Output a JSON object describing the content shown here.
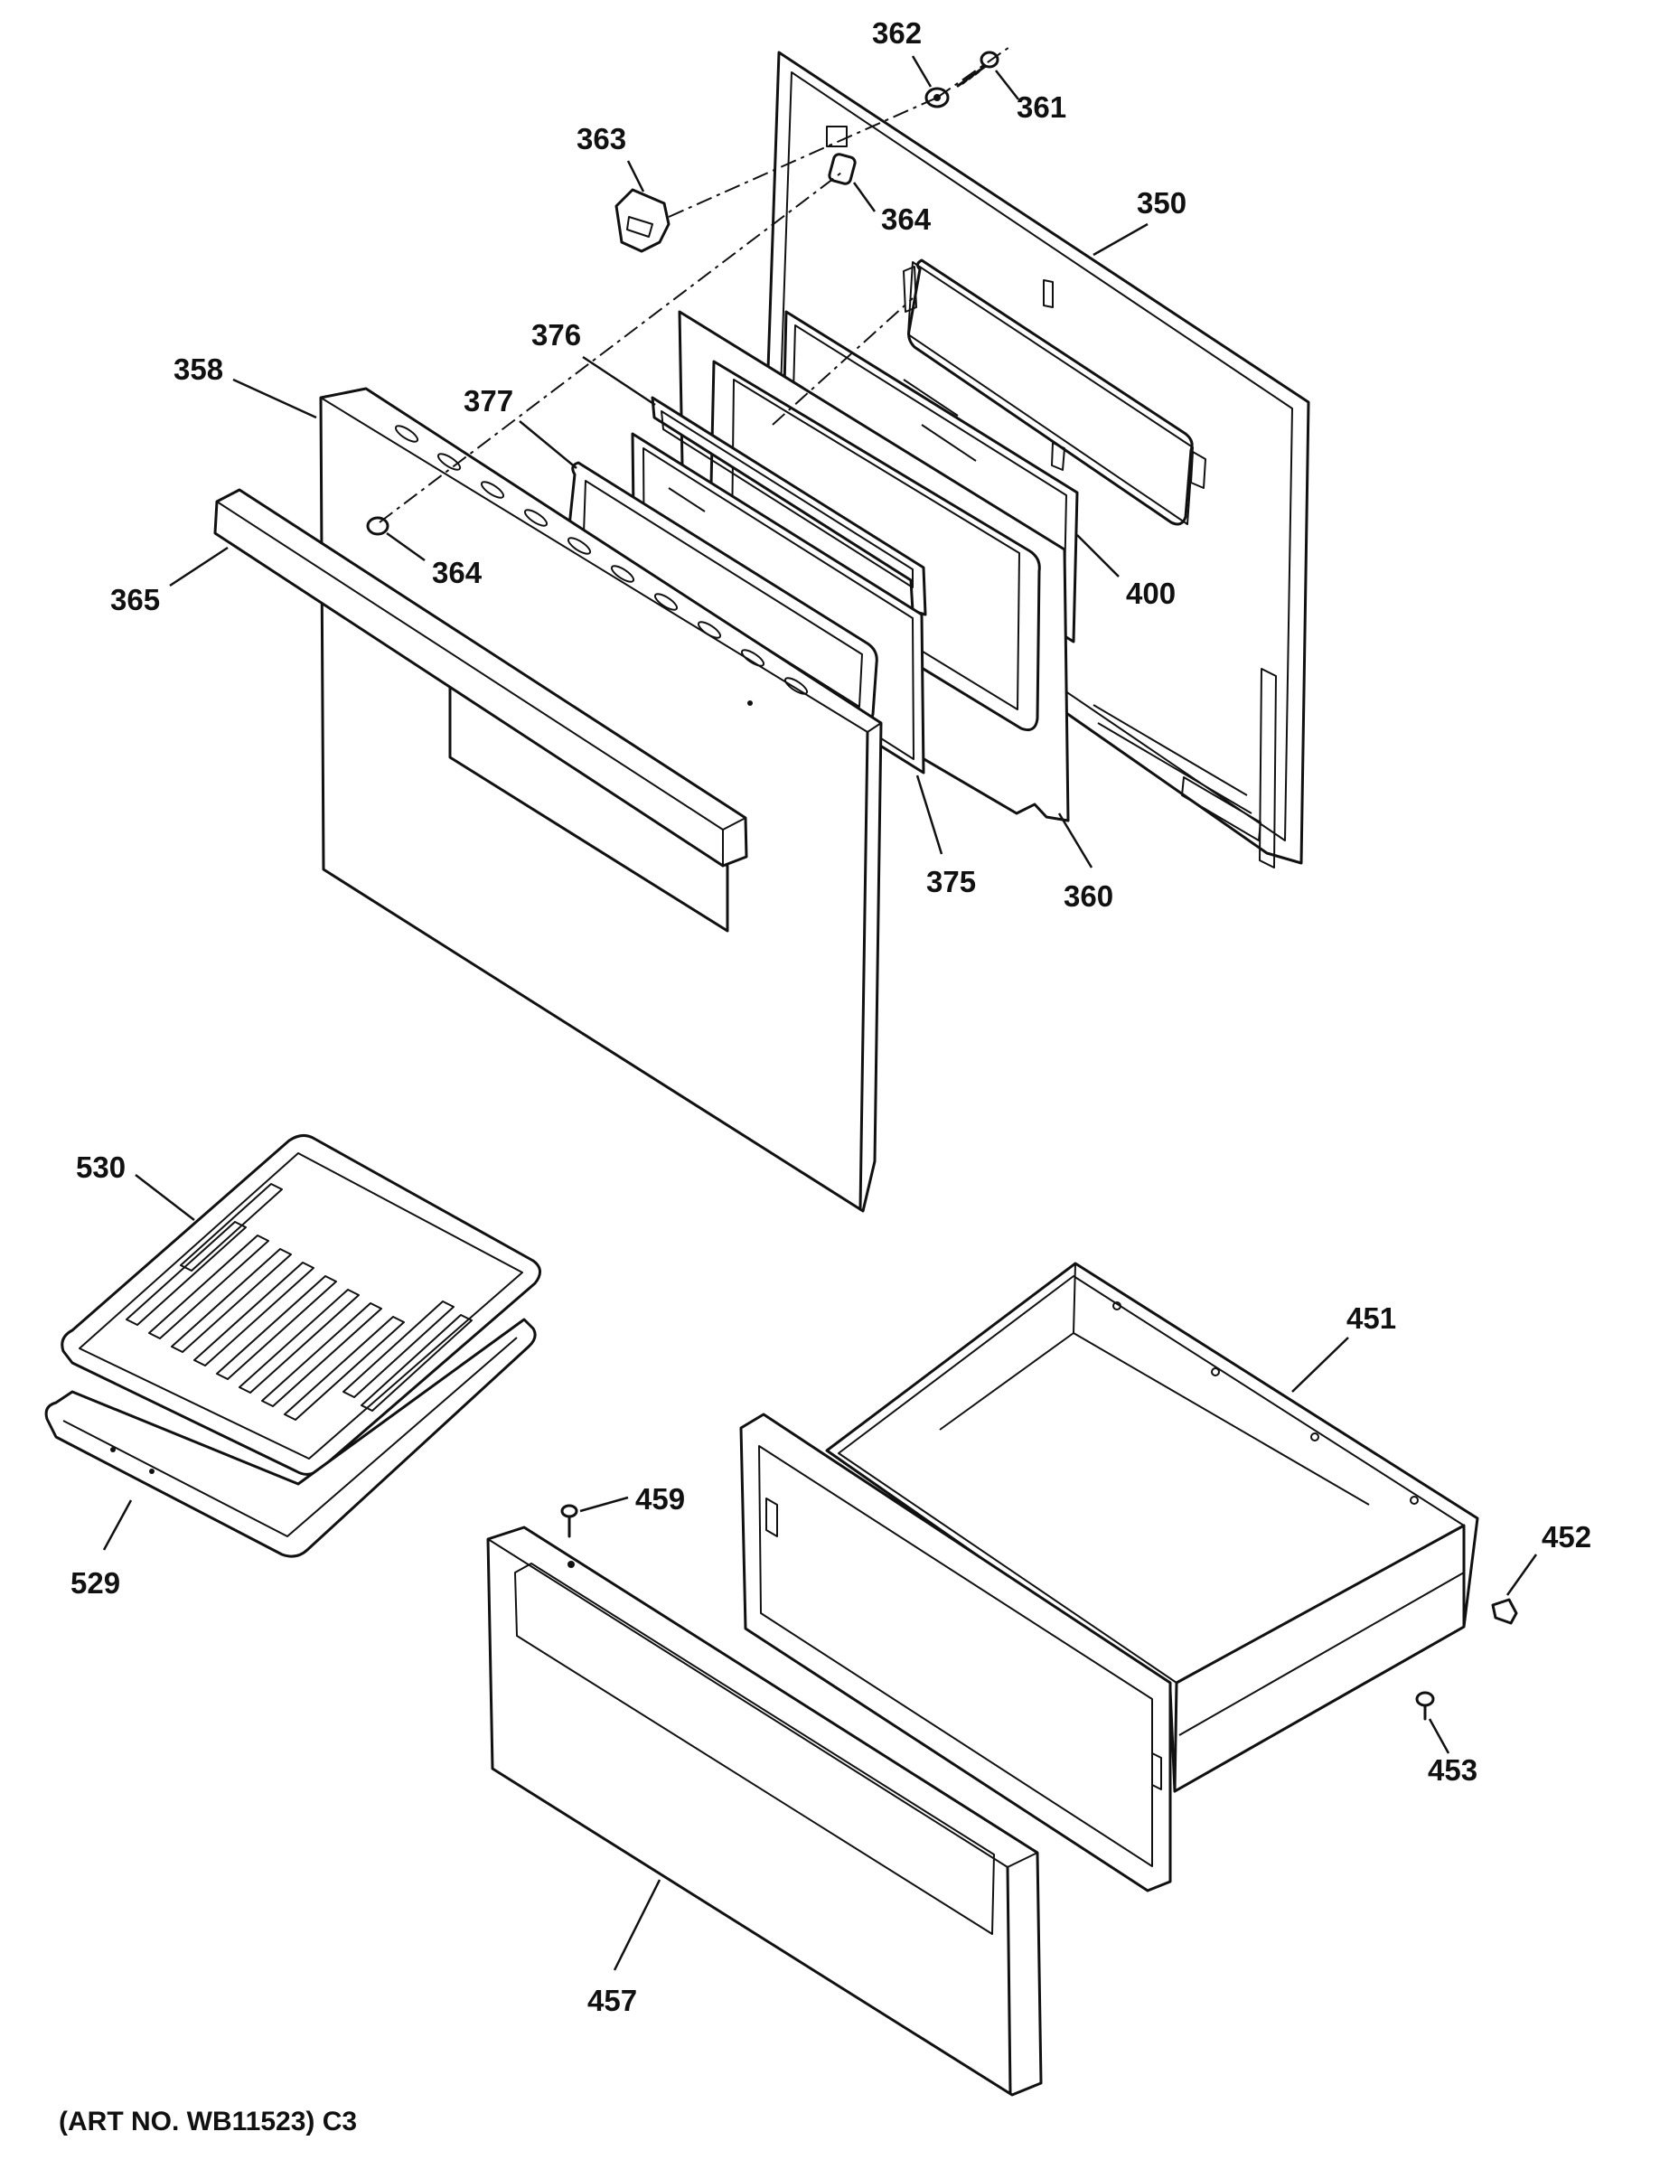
{
  "diagram": {
    "part_numbers": {
      "p361": "361",
      "p362": "362",
      "p363": "363",
      "p364_upper": "364",
      "p364_lower": "364",
      "p350": "350",
      "p358": "358",
      "p376": "376",
      "p377": "377",
      "p365": "365",
      "p400": "400",
      "p375": "375",
      "p360": "360",
      "p530": "530",
      "p529": "529",
      "p451": "451",
      "p452": "452",
      "p453": "453",
      "p459": "459",
      "p457": "457"
    },
    "caption": "(ART NO. WB11523) C3"
  }
}
